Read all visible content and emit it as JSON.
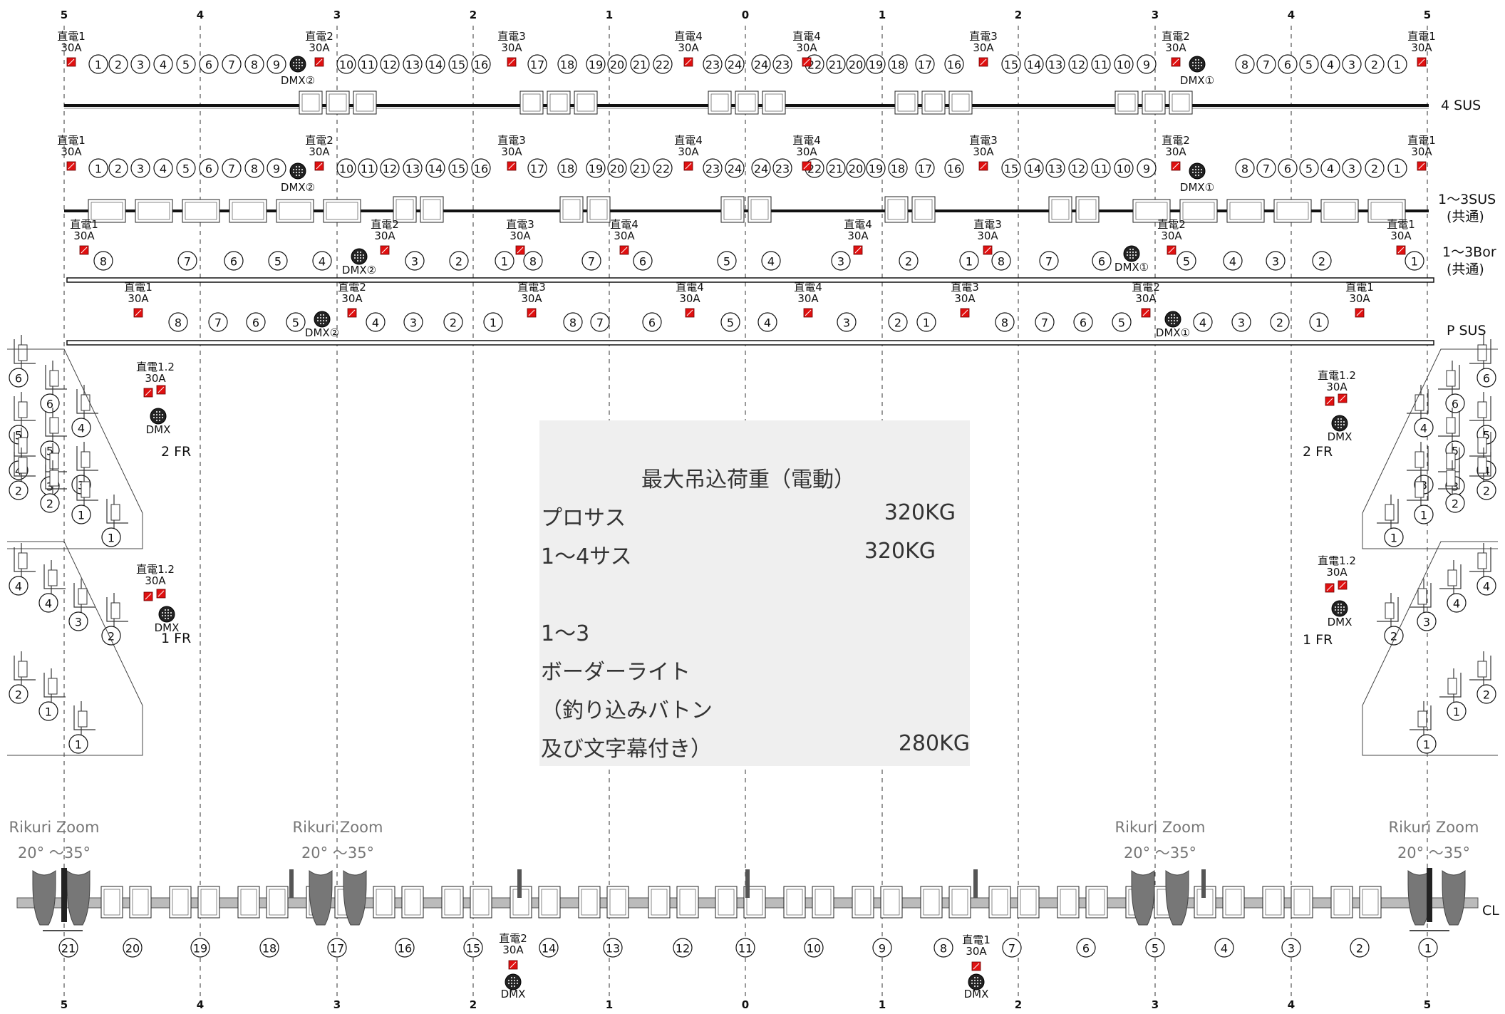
{
  "column_labels": [
    "5",
    "4",
    "3",
    "2",
    "1",
    "0",
    "1",
    "2",
    "3",
    "4",
    "5"
  ],
  "bar_labels": {
    "sus4": "4 SUS",
    "sus13": "1～3SUS",
    "sus13_sub": "(共通)",
    "bor13": "1～3Bor",
    "bor13_sub": "(共通)",
    "psus": "P SUS",
    "fr2": "2 FR",
    "fr1": "1 FR",
    "cl": "CL"
  },
  "outlet": {
    "d1": "直電1",
    "d2": "直電2",
    "d3": "直電3",
    "d4": "直電4",
    "d12": "直電1.2",
    "amp": "30A"
  },
  "dmx": {
    "dmx1": "DMX①",
    "dmx2": "DMX②",
    "dmx": "DMX"
  },
  "sus_circuits": {
    "left": [
      "1",
      "2",
      "3",
      "4",
      "5",
      "6",
      "7",
      "8",
      "9",
      "10",
      "11",
      "12",
      "13",
      "14",
      "15",
      "16",
      "17",
      "18",
      "19",
      "20",
      "21",
      "22",
      "23",
      "24"
    ],
    "right": [
      "24",
      "23",
      "22",
      "21",
      "20",
      "19",
      "18",
      "17",
      "16",
      "15",
      "14",
      "13",
      "12",
      "11",
      "10",
      "9",
      "8",
      "7",
      "6",
      "5",
      "4",
      "3",
      "2",
      "1"
    ]
  },
  "border_circuits": [
    "8",
    "7",
    "6",
    "5",
    "4",
    "3",
    "2",
    "1",
    "8",
    "7",
    "6",
    "5",
    "4",
    "3",
    "2",
    "1",
    "8",
    "7",
    "6",
    "5",
    "4",
    "3",
    "2",
    "1"
  ],
  "psus_circuits": [
    "8",
    "7",
    "6",
    "5",
    "4",
    "3",
    "2",
    "1",
    "8",
    "7",
    "6",
    "5",
    "4",
    "3",
    "2",
    "1",
    "8",
    "7",
    "6",
    "5",
    "4",
    "3",
    "2",
    "1"
  ],
  "fr2_circuits": [
    "6",
    "6",
    "5",
    "5",
    "4",
    "4",
    "3",
    "3",
    "2",
    "2",
    "1",
    "1"
  ],
  "fr1_circuits": [
    "4",
    "4",
    "3",
    "2",
    "2",
    "1",
    "1"
  ],
  "cl_circuits": [
    "21",
    "20",
    "19",
    "18",
    "17",
    "16",
    "15",
    "14",
    "13",
    "12",
    "11",
    "10",
    "9",
    "8",
    "7",
    "6",
    "5",
    "4",
    "3",
    "2",
    "1"
  ],
  "zoom_spots": [
    {
      "name": "Rikuri Zoom",
      "range": "20° ～35°"
    },
    {
      "name": "Rikuri Zoom",
      "range": "20° ～35°"
    },
    {
      "name": "Rikuri Zoom",
      "range": "20° ～35°"
    },
    {
      "name": "Rikuri Zoom",
      "range": "20° ～35°"
    }
  ],
  "load_table": {
    "title": "最大吊込荷重（電動）",
    "rows": [
      {
        "label": "プロサス",
        "value": "320KG"
      },
      {
        "label": "1～4サス",
        "value": "320KG"
      },
      {
        "label": "1～3",
        "value": ""
      },
      {
        "label": "ボーダーライト",
        "value": ""
      },
      {
        "label": "（釣り込みバトン",
        "value": ""
      },
      {
        "label": "及び文字幕付き）",
        "value": "280KG"
      }
    ]
  },
  "colors": {
    "outlet_red": "#e01010",
    "spot_gray": "#777777",
    "panel_bg": "#efefef"
  }
}
